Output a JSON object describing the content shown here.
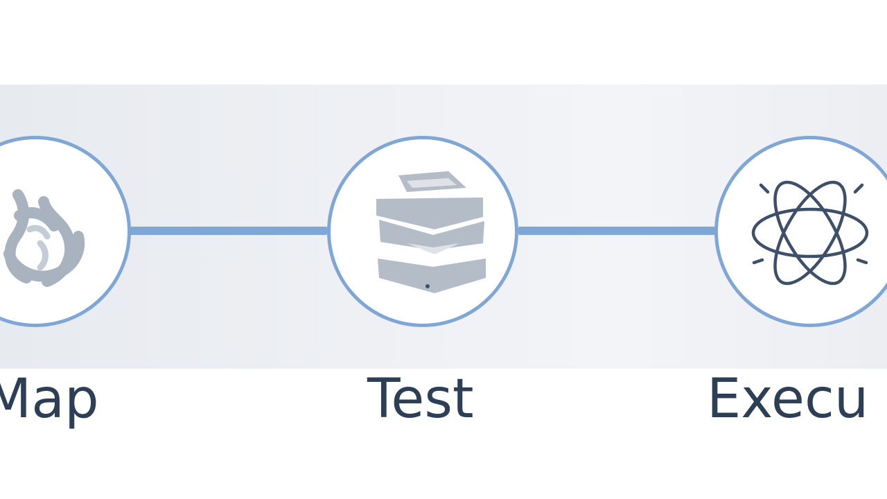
{
  "process": {
    "steps": [
      {
        "label": "Map",
        "icon": "flame-swirl-icon"
      },
      {
        "label": "Test",
        "icon": "stacked-layers-icon"
      },
      {
        "label": "Execu",
        "icon": "atom-icon"
      }
    ]
  },
  "colors": {
    "ring": "#7ea6d6",
    "label": "#2d3f56",
    "icon_gray": "#a9b3bf",
    "icon_dark": "#3e5069",
    "band": "#eceef2"
  }
}
